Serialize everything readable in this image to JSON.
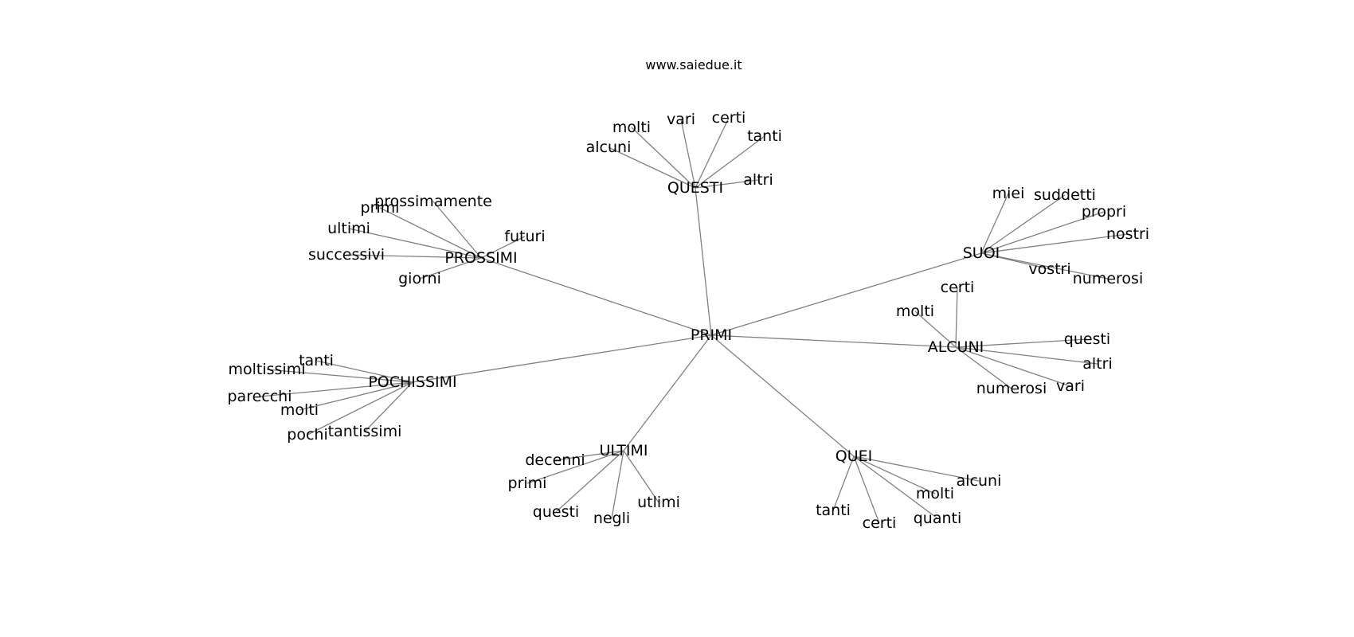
{
  "header": {
    "site": "www.saiedue.it"
  },
  "graph": {
    "root": "PRIMI",
    "hubs": [
      {
        "label": "QUESTI",
        "leaves": [
          "alcuni",
          "molti",
          "vari",
          "certi",
          "tanti",
          "altri"
        ]
      },
      {
        "label": "PROSSIMI",
        "leaves": [
          "prossimamente",
          "primi",
          "ultimi",
          "successivi",
          "giorni",
          "futuri"
        ]
      },
      {
        "label": "SUOI",
        "leaves": [
          "miei",
          "suddetti",
          "propri",
          "nostri",
          "vostri",
          "numerosi"
        ]
      },
      {
        "label": "ALCUNI",
        "leaves": [
          "certi",
          "molti",
          "questi",
          "altri",
          "vari",
          "numerosi"
        ]
      },
      {
        "label": "POCHISSIMI",
        "leaves": [
          "tanti",
          "moltissimi",
          "parecchi",
          "molti",
          "pochi",
          "tantissimi"
        ]
      },
      {
        "label": "ULTIMI",
        "leaves": [
          "decenni",
          "primi",
          "questi",
          "negli",
          "utlimi"
        ]
      },
      {
        "label": "QUEI",
        "leaves": [
          "tanti",
          "certi",
          "quanti",
          "molti",
          "alcuni"
        ]
      }
    ]
  }
}
